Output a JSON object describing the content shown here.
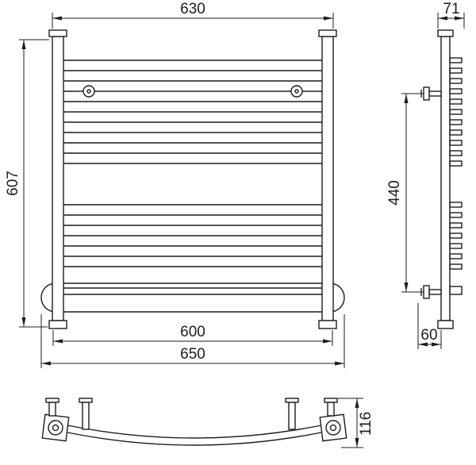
{
  "drawing": {
    "background": "#ffffff",
    "line_color": "#1c1c1c",
    "front_view": {
      "dim_top_width": "630",
      "dim_height": "607",
      "dim_inner_width": "600",
      "dim_outer_width": "650"
    },
    "side_view": {
      "dim_depth": "71",
      "dim_mount_spacing": "440",
      "dim_bottom_offset": "60"
    },
    "bottom_view": {
      "dim_profile_height": "116"
    }
  }
}
